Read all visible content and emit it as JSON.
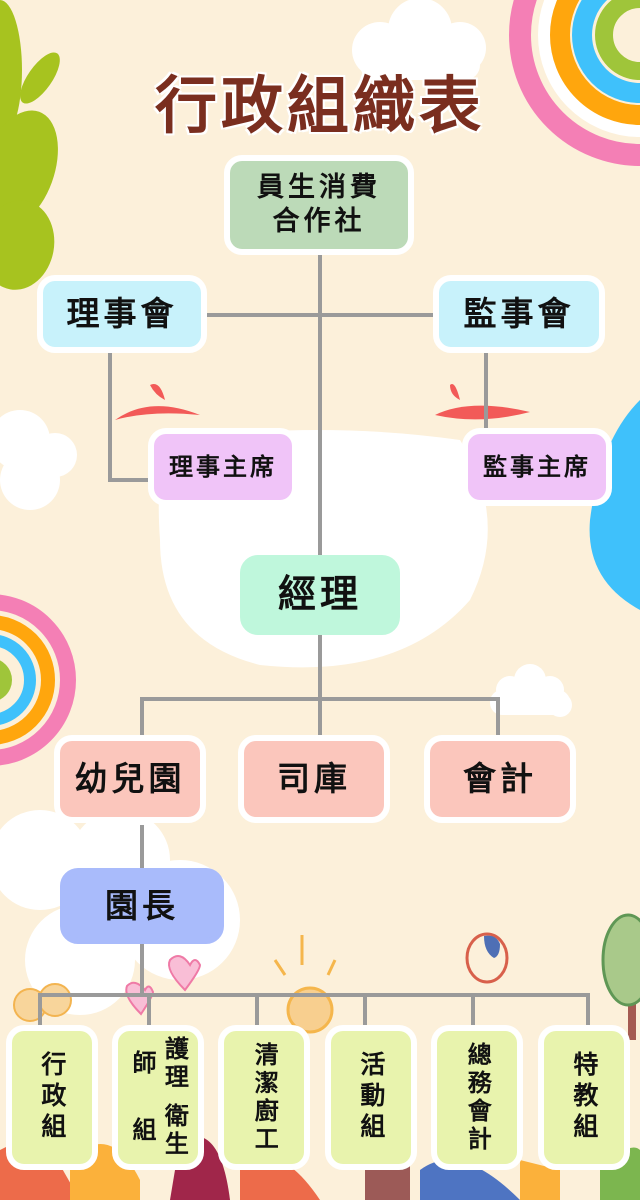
{
  "title": "行政組織表",
  "colors": {
    "background": "#fcf0da",
    "title": "#7a2e1f",
    "connector": "#9a9a9a",
    "cooperative": "#bcdab8",
    "board": "#c8f2fb",
    "chair": "#f0c4f8",
    "manager": "#bff7dc",
    "dept": "#fbc6bc",
    "principal": "#a9bbfb",
    "group": "#e8f3ad"
  },
  "chart": {
    "root": {
      "label": "員生消費\n合作社",
      "line1": "員生消費",
      "line2": "合作社"
    },
    "board_of_directors": {
      "label": "理事會",
      "chair": "理事主席"
    },
    "board_of_supervisors": {
      "label": "監事會",
      "chair": "監事主席"
    },
    "manager": {
      "label": "經理"
    },
    "departments": [
      {
        "label": "幼兒園"
      },
      {
        "label": "司庫"
      },
      {
        "label": "會計"
      }
    ],
    "principal": {
      "label": "園長"
    },
    "groups": [
      {
        "label": "行政組"
      },
      {
        "label": "護理師衛生組",
        "col1": "護理師",
        "col2": "衛生組"
      },
      {
        "label": "清潔廚工",
        "col1": "清潔",
        "col2": "廚工"
      },
      {
        "label": "活動組"
      },
      {
        "label": "總務會計",
        "col1": "總務",
        "col2": "會計"
      },
      {
        "label": "特教組"
      }
    ]
  }
}
